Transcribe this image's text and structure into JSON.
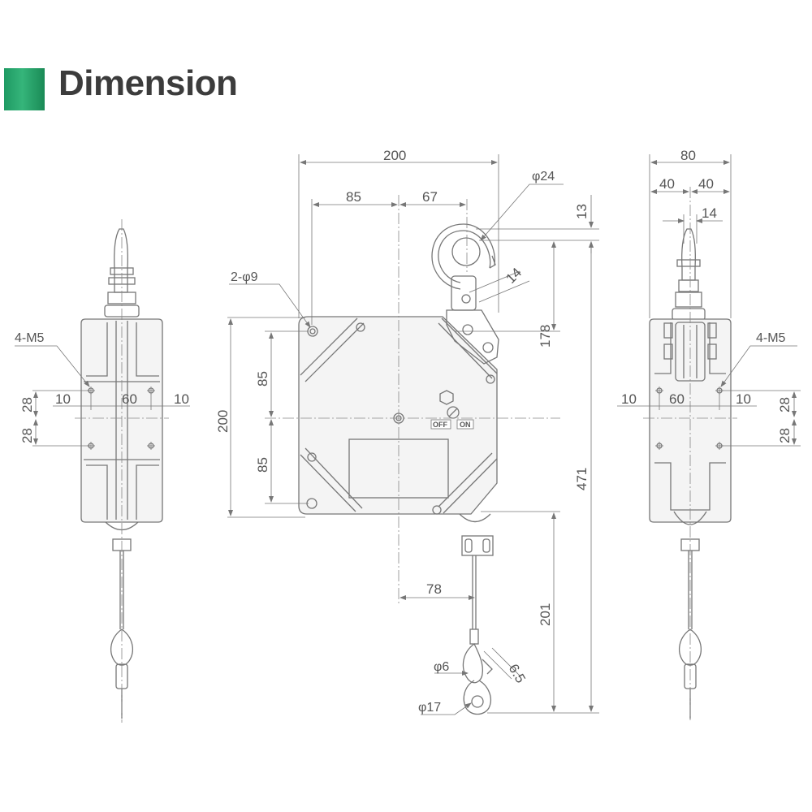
{
  "header": {
    "title": "Dimension",
    "accent_color": "#2aa56e"
  },
  "front_view": {
    "dims": {
      "overall_width": "200",
      "left_to_center": "85",
      "center_to_hook": "67",
      "hook_diameter": "φ24",
      "hook_offset": "13",
      "hook_gap": "14",
      "mount_holes": "2-φ9",
      "hole_to_top": "178",
      "body_height": "200",
      "upper_half": "85",
      "lower_half": "85",
      "overall_length": "471",
      "cable_offset": "78",
      "cable_length": "201",
      "wire_diameter": "φ6",
      "hook_eye": "6.5",
      "eye_diameter": "φ17"
    },
    "labels": {
      "off": "OFF",
      "on": "ON"
    }
  },
  "left_view": {
    "dims": {
      "tapped_holes": "4-M5",
      "offset_left": "10",
      "hole_spacing": "60",
      "offset_right": "10",
      "upper_vertical": "28",
      "lower_vertical": "28"
    }
  },
  "right_view": {
    "dims": {
      "overall_depth": "80",
      "left_half": "40",
      "right_half": "40",
      "hook_width": "14",
      "tapped_holes": "4-M5",
      "offset_left": "10",
      "hole_spacing": "60",
      "offset_right": "10",
      "upper_vertical": "28",
      "lower_vertical": "28"
    }
  }
}
